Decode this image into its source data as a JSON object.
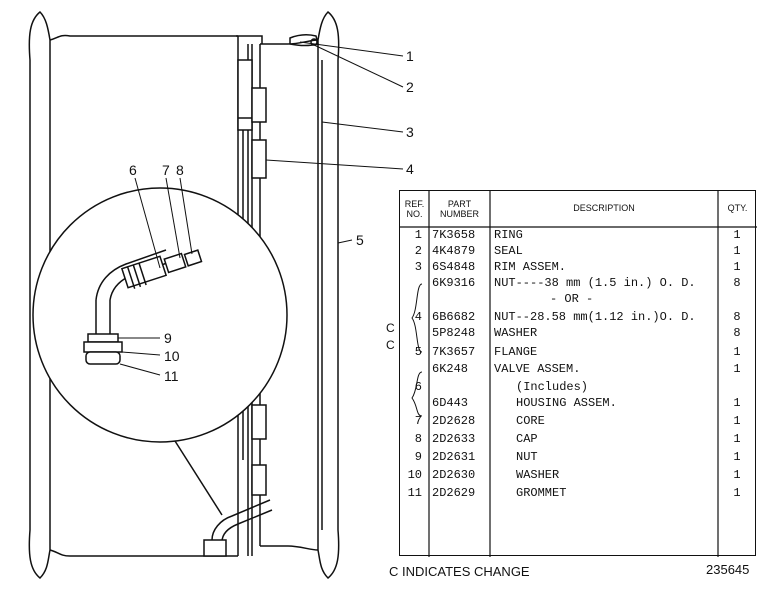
{
  "callouts": [
    "1",
    "2",
    "3",
    "4",
    "5",
    "6",
    "7",
    "8",
    "9",
    "10",
    "11"
  ],
  "table": {
    "headers": {
      "ref_no": "REF. NO.",
      "part_number": "PART NUMBER",
      "description": "DESCRIPTION",
      "qty": "QTY."
    },
    "rows": [
      {
        "ref": "1",
        "part": "7K3658",
        "desc": "RING",
        "qty": "1"
      },
      {
        "ref": "2",
        "part": "4K4879",
        "desc": "SEAL",
        "qty": "1"
      },
      {
        "ref": "3",
        "part": "6S4848",
        "desc": "RIM ASSEM.",
        "qty": "1"
      },
      {
        "ref": "",
        "part": "6K9316",
        "desc": "NUT----38 mm (1.5 in.) O. D.",
        "qty": "8"
      },
      {
        "ref": "",
        "part": "",
        "desc": "- OR -",
        "qty": ""
      },
      {
        "ref": "4",
        "part": "6B6682",
        "desc": "NUT--28.58 mm(1.12 in.)O. D.",
        "qty": "8"
      },
      {
        "ref": "",
        "part": "5P8248",
        "desc": "WASHER",
        "qty": "8"
      },
      {
        "ref": "5",
        "part": "7K3657",
        "desc": "FLANGE",
        "qty": "1"
      },
      {
        "ref": "",
        "part": "6K248",
        "desc": "VALVE ASSEM.",
        "qty": "1"
      },
      {
        "ref": "6",
        "part": "",
        "desc": "(Includes)",
        "qty": ""
      },
      {
        "ref": "",
        "part": "6D443",
        "desc": "HOUSING ASSEM.",
        "qty": "1"
      },
      {
        "ref": "7",
        "part": "2D2628",
        "desc": "CORE",
        "qty": "1"
      },
      {
        "ref": "8",
        "part": "2D2633",
        "desc": "CAP",
        "qty": "1"
      },
      {
        "ref": "9",
        "part": "2D2631",
        "desc": "NUT",
        "qty": "1"
      },
      {
        "ref": "10",
        "part": "2D2630",
        "desc": "WASHER",
        "qty": "1"
      },
      {
        "ref": "11",
        "part": "2D2629",
        "desc": "GROMMET",
        "qty": "1"
      }
    ]
  },
  "change_marks": [
    "C",
    "C"
  ],
  "footer": {
    "note": "C INDICATES CHANGE",
    "drawing_number": "235645"
  }
}
